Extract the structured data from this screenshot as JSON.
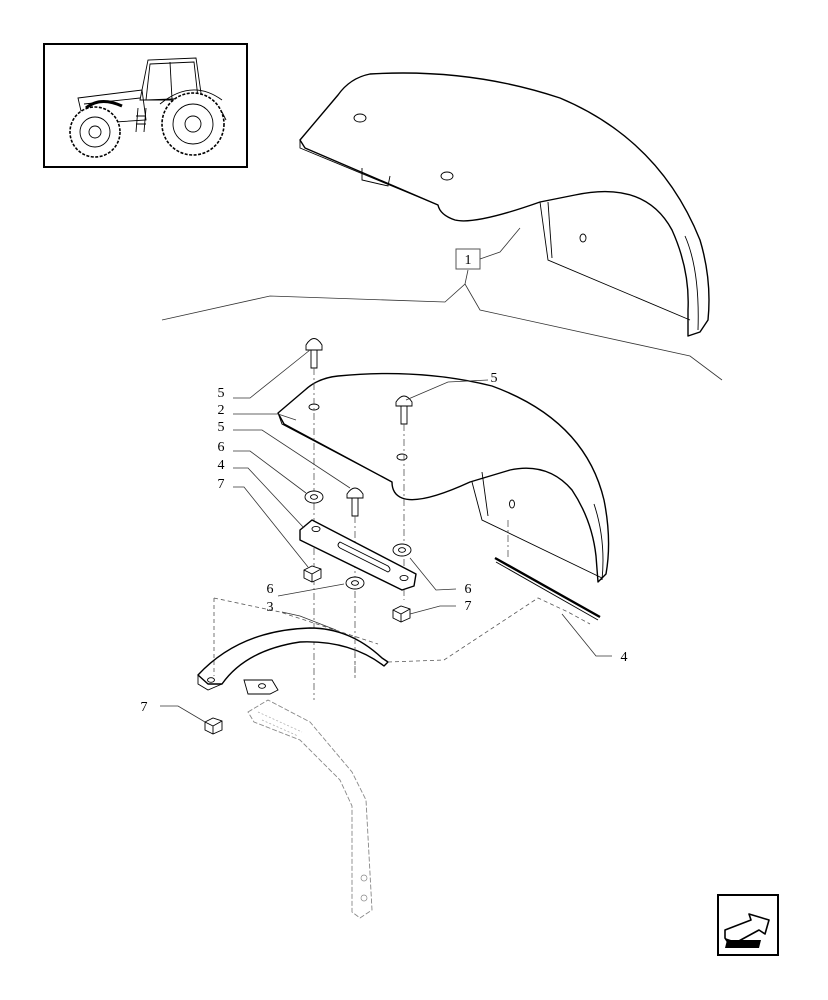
{
  "callouts": {
    "kit": "1",
    "fender": "2",
    "bracket": "3",
    "strip": "4",
    "plate": "4",
    "bolt_a": "5",
    "bolt_b": "5",
    "bolt_c": "5",
    "washer_a": "6",
    "washer_b": "6",
    "washer_c": "6",
    "nut_a": "7",
    "nut_b": "7",
    "nut_c": "7"
  },
  "icons": {
    "thumbnail": "tractor-thumbnail",
    "nav": "back-arrow-icon"
  }
}
